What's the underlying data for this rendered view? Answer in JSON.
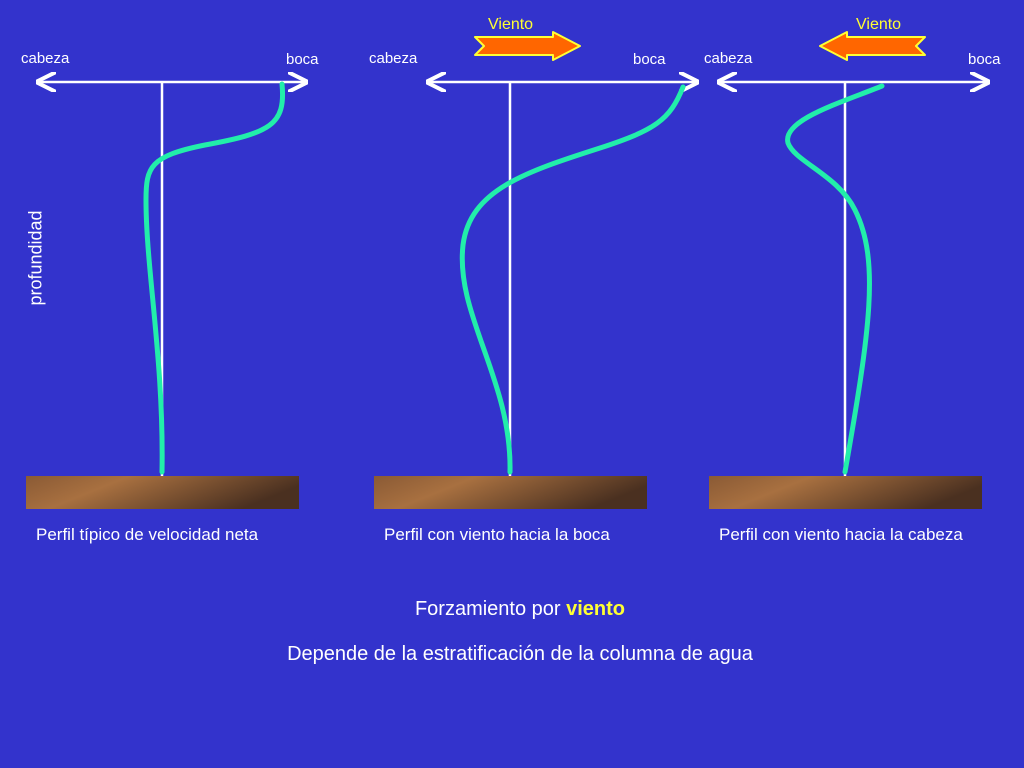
{
  "colors": {
    "background": "#3333CC",
    "text": "#FFFFFF",
    "highlight": "#FFFF33",
    "profile_curve": "#22EEAA",
    "arrow_fill": "#FF6600",
    "arrow_stroke": "#FFFF33",
    "bed_light": "#A87040",
    "bed_dark": "#4A3020"
  },
  "axis_labels": {
    "left": "cabeza",
    "right": "boca"
  },
  "y_axis_label": "profundidad",
  "panels": [
    {
      "caption": "Perfil típico de velocidad neta"
    },
    {
      "caption": "Perfil con viento hacia la boca",
      "wind": {
        "label": "Viento",
        "direction": "right"
      }
    },
    {
      "caption": "Perfil con viento hacia la cabeza",
      "wind": {
        "label": "Viento",
        "direction": "left"
      }
    }
  ],
  "footer": {
    "line1_prefix": "Forzamiento por ",
    "line1_highlight": "viento",
    "line2": "Depende de la estratificación de la columna de agua"
  }
}
